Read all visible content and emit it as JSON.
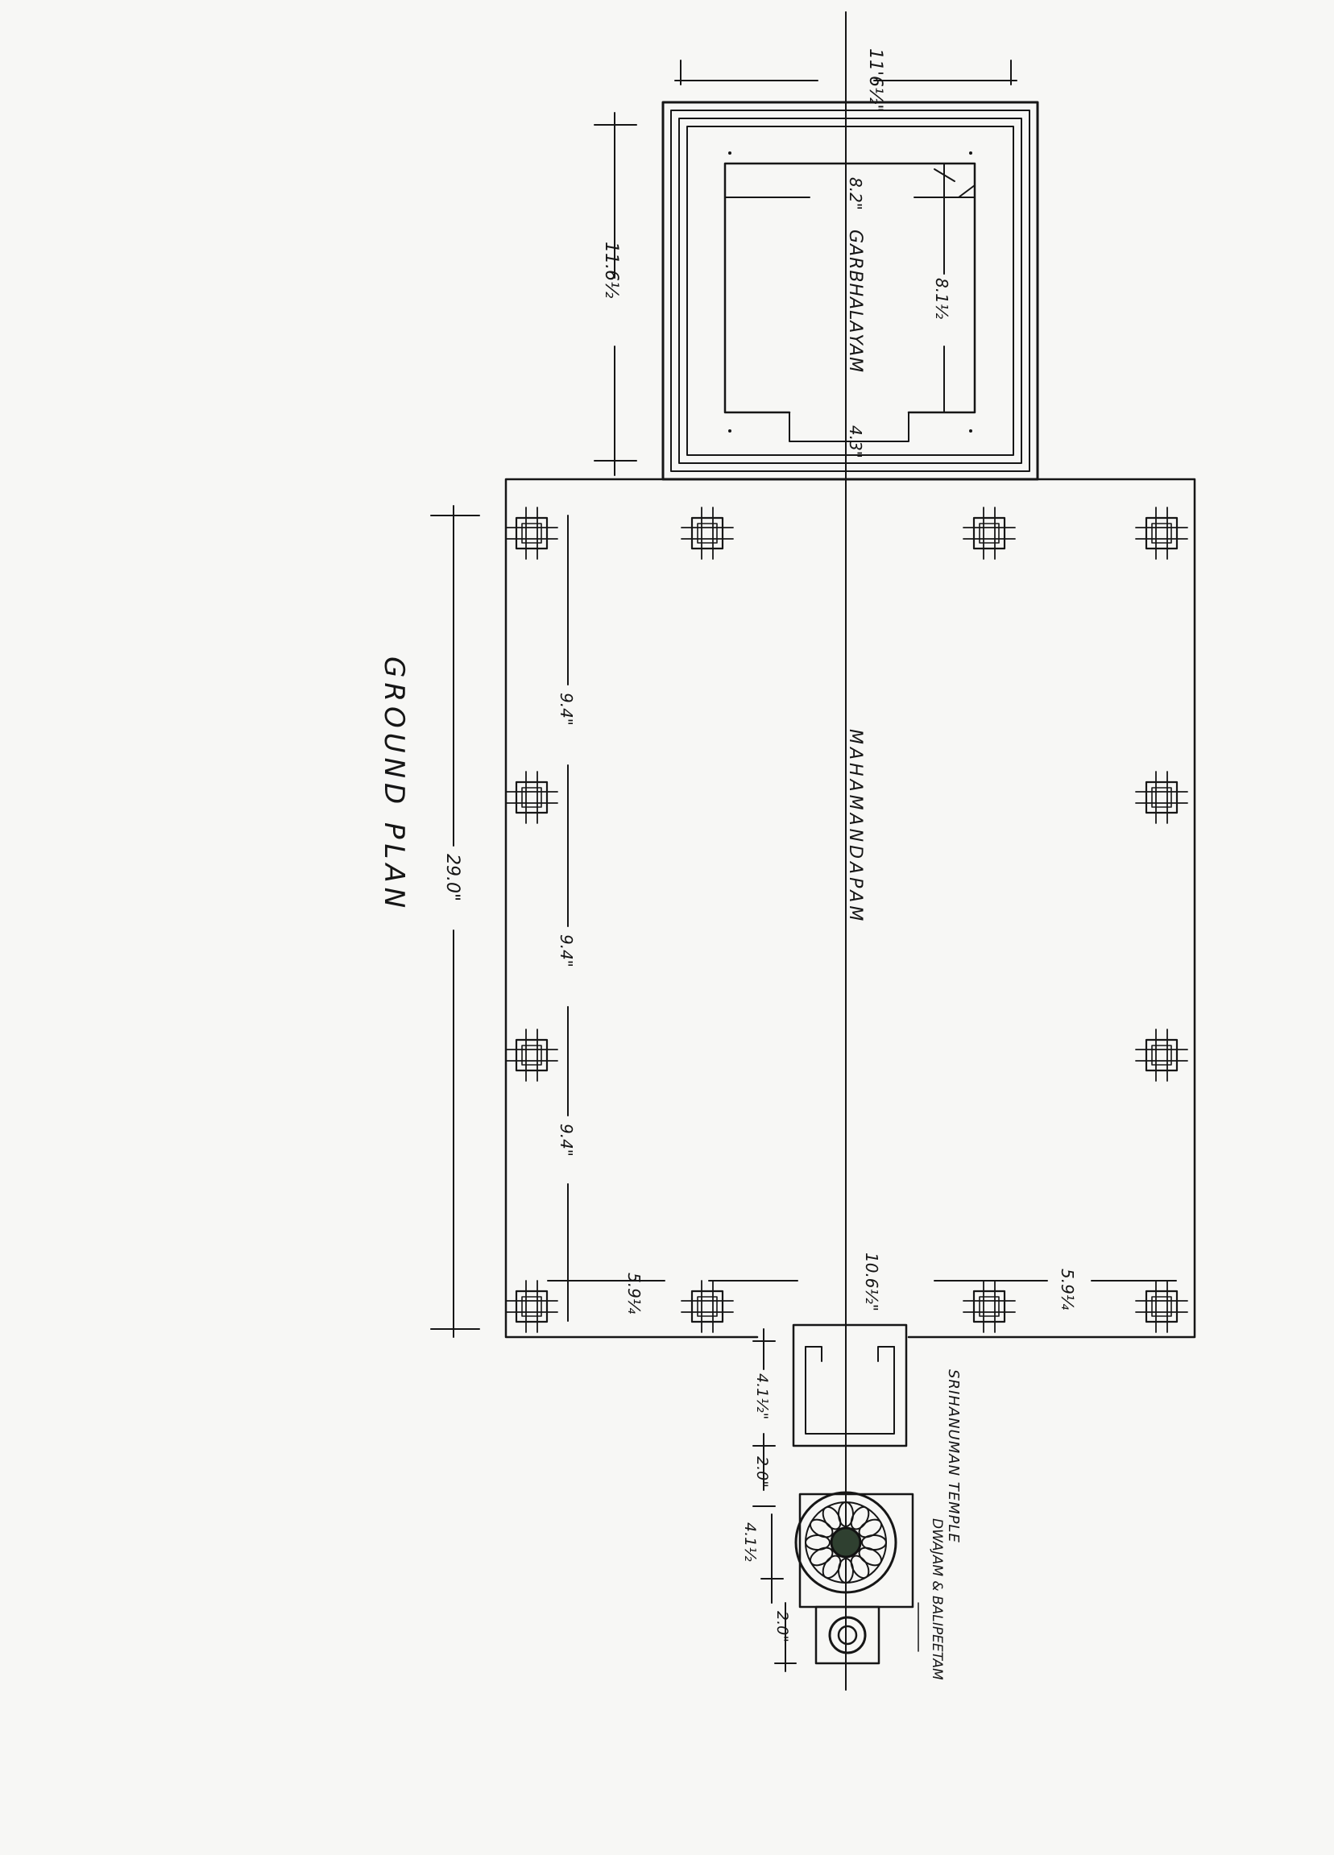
{
  "drawing": {
    "title": "GROUND PLAN",
    "rooms": {
      "garbhalayam": "GARBHALAYAM",
      "mahamandapam": "MAHAMANDAPAM",
      "sri_hanuman_temple": "SRIHANUMAN TEMPLE",
      "dwajam_balipeetam": "DWAJAM & BALIPEETAM"
    },
    "dimensions": {
      "garbha_outer_top": "11'6½\"",
      "garbha_outer_side": "11.6½",
      "garbha_inner_width": "8.2\"",
      "garbha_inner_depth": "8.1½",
      "garbha_door": "4.3\"",
      "overall_length": "29.0\"",
      "bay_1": "9.4\"",
      "bay_2": "9.4\"",
      "bay_3": "9.4\"",
      "end_bay_left": "5.9¼",
      "end_bay_right": "5.9¼",
      "entrance_width": "10.6½\"",
      "hanuman_temple_width": "4.1½\"",
      "gap_to_dwajam": "2.0\"",
      "dwajam_size": "4.1½",
      "balipeetam_size": "2.0\""
    }
  }
}
